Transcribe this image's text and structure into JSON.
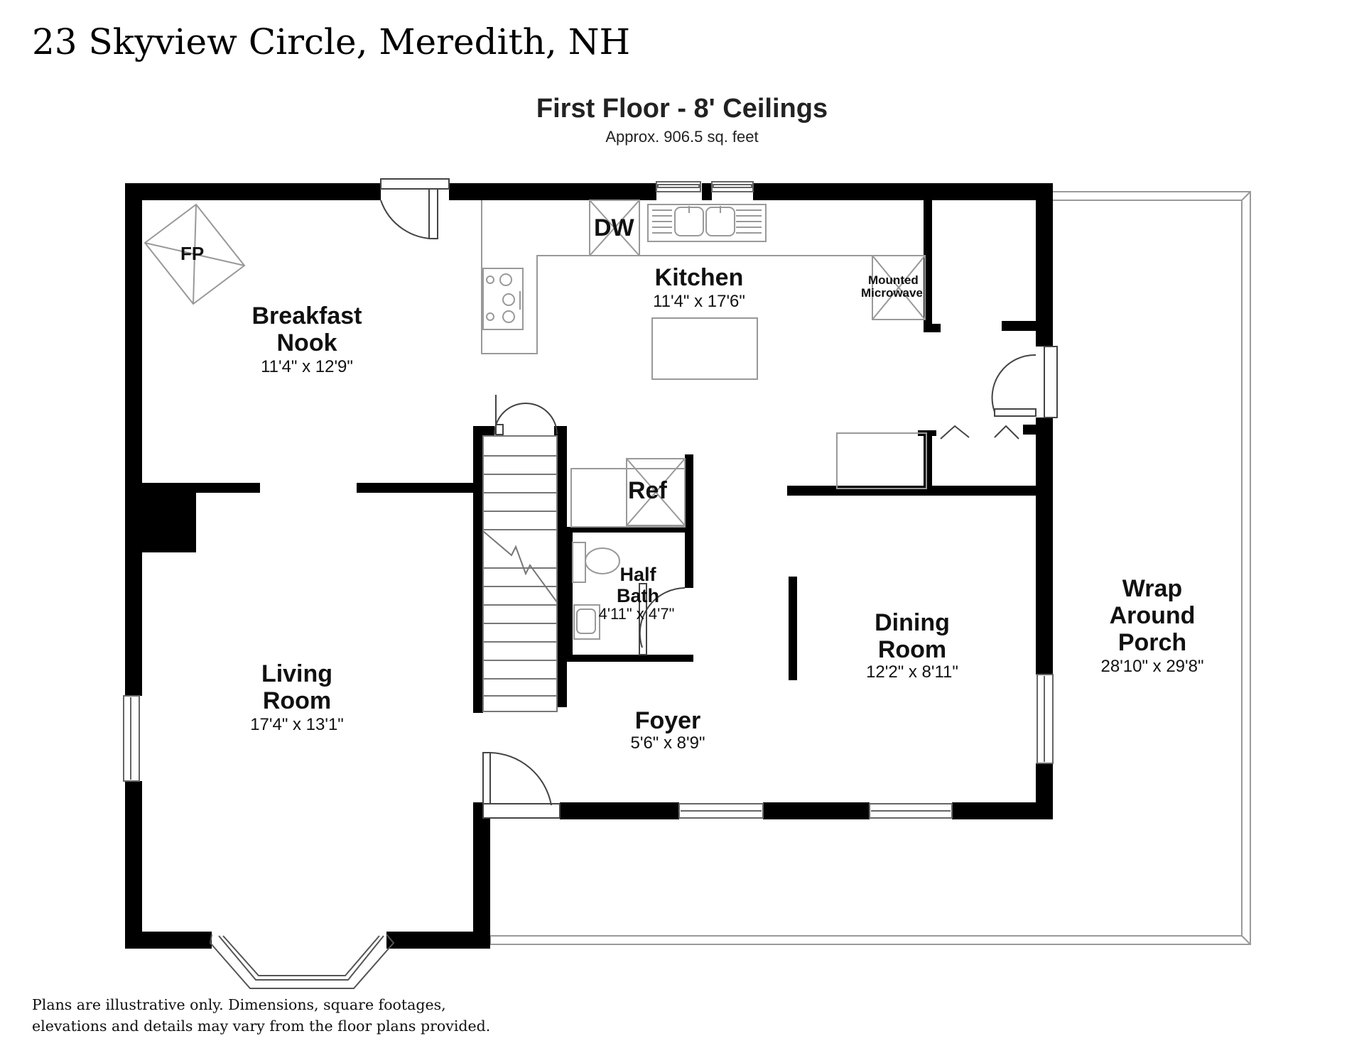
{
  "header": {
    "address": "23 Skyview Circle, Meredith, NH",
    "floor_title": "First Floor - 8' Ceilings",
    "floor_area": "Approx. 906.5 sq. feet"
  },
  "rooms": {
    "breakfast_nook": {
      "name_line1": "Breakfast",
      "name_line2": "Nook",
      "dims": "11'4\" x 12'9\""
    },
    "kitchen": {
      "name": "Kitchen",
      "dims": "11'4\" x 17'6\""
    },
    "living_room": {
      "name_line1": "Living",
      "name_line2": "Room",
      "dims": "17'4\" x 13'1\""
    },
    "half_bath": {
      "name_line1": "Half",
      "name_line2": "Bath",
      "dims": "4'11\" x 4'7\""
    },
    "dining_room": {
      "name_line1": "Dining",
      "name_line2": "Room",
      "dims": "12'2\" x 8'11\""
    },
    "foyer": {
      "name": "Foyer",
      "dims": "5'6\" x 8'9\""
    },
    "porch": {
      "name_line1": "Wrap",
      "name_line2": "Around",
      "name_line3": "Porch",
      "dims": "28'10\" x 29'8\""
    }
  },
  "fixtures": {
    "fireplace": "FP",
    "dishwasher": "DW",
    "refrigerator": "Ref",
    "microwave_line1": "Mounted",
    "microwave_line2": "Microwave"
  },
  "footer": {
    "disclaimer_line1": "Plans are illustrative only. Dimensions, square footages,",
    "disclaimer_line2": "elevations and details may vary from the floor plans provided."
  },
  "colors": {
    "wall": "#000000",
    "fixture_line": "#999999",
    "background": "#ffffff"
  }
}
